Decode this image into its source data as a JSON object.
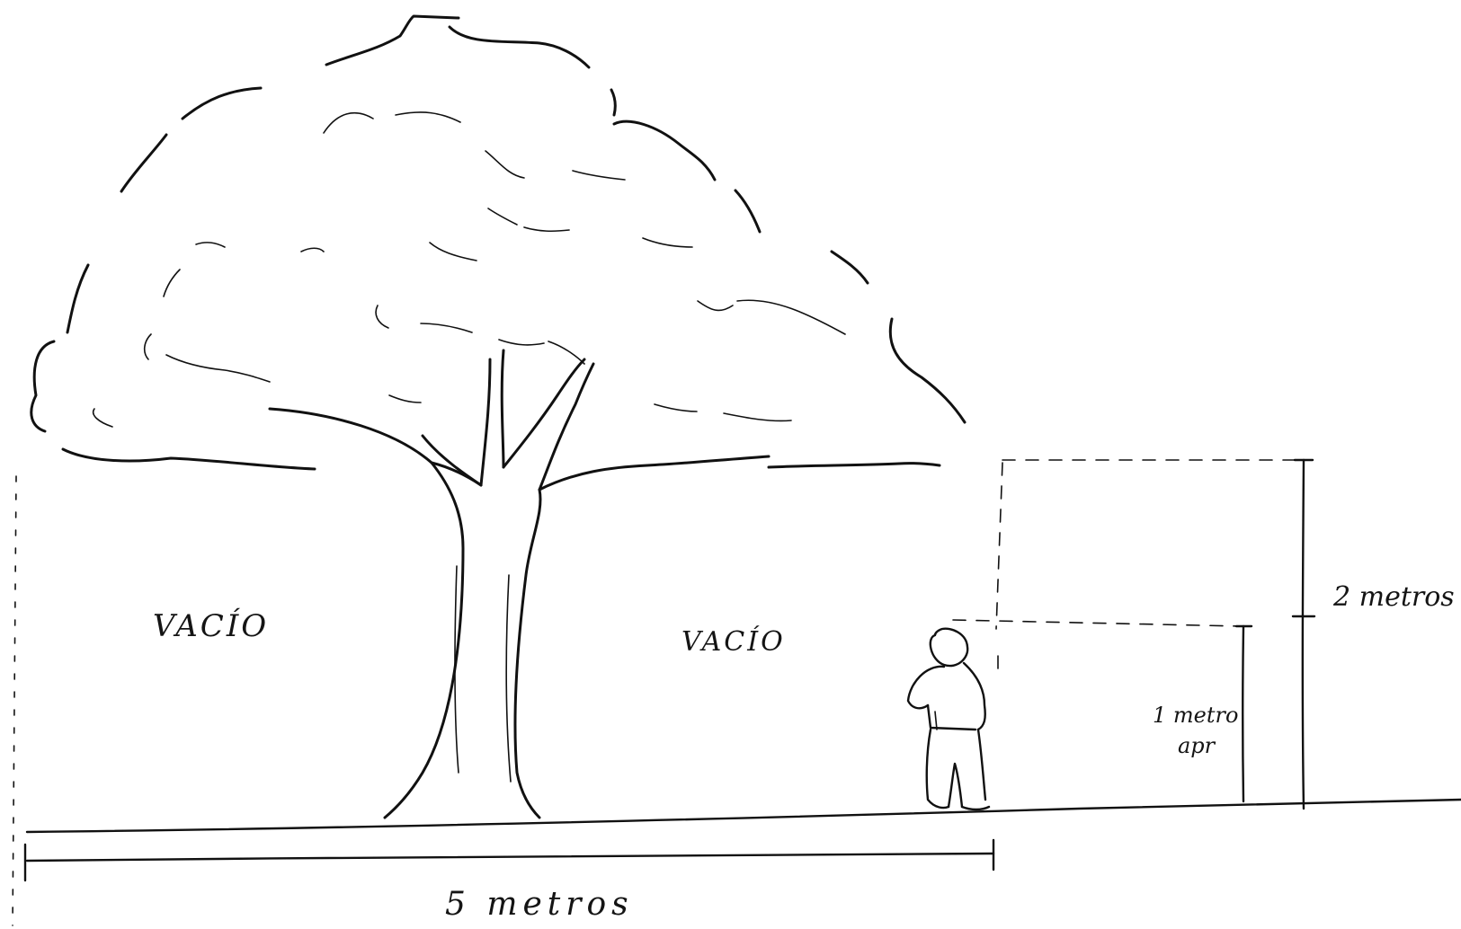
{
  "labels": {
    "left_void": "VACÍO",
    "right_void": "VACÍO",
    "two_meters": "2 metros",
    "one_meter": "1 metro",
    "one_meter_note": "apr",
    "five_meters": "5 metros"
  },
  "colors": {
    "ink": "#111111",
    "paper": "#ffffff"
  }
}
